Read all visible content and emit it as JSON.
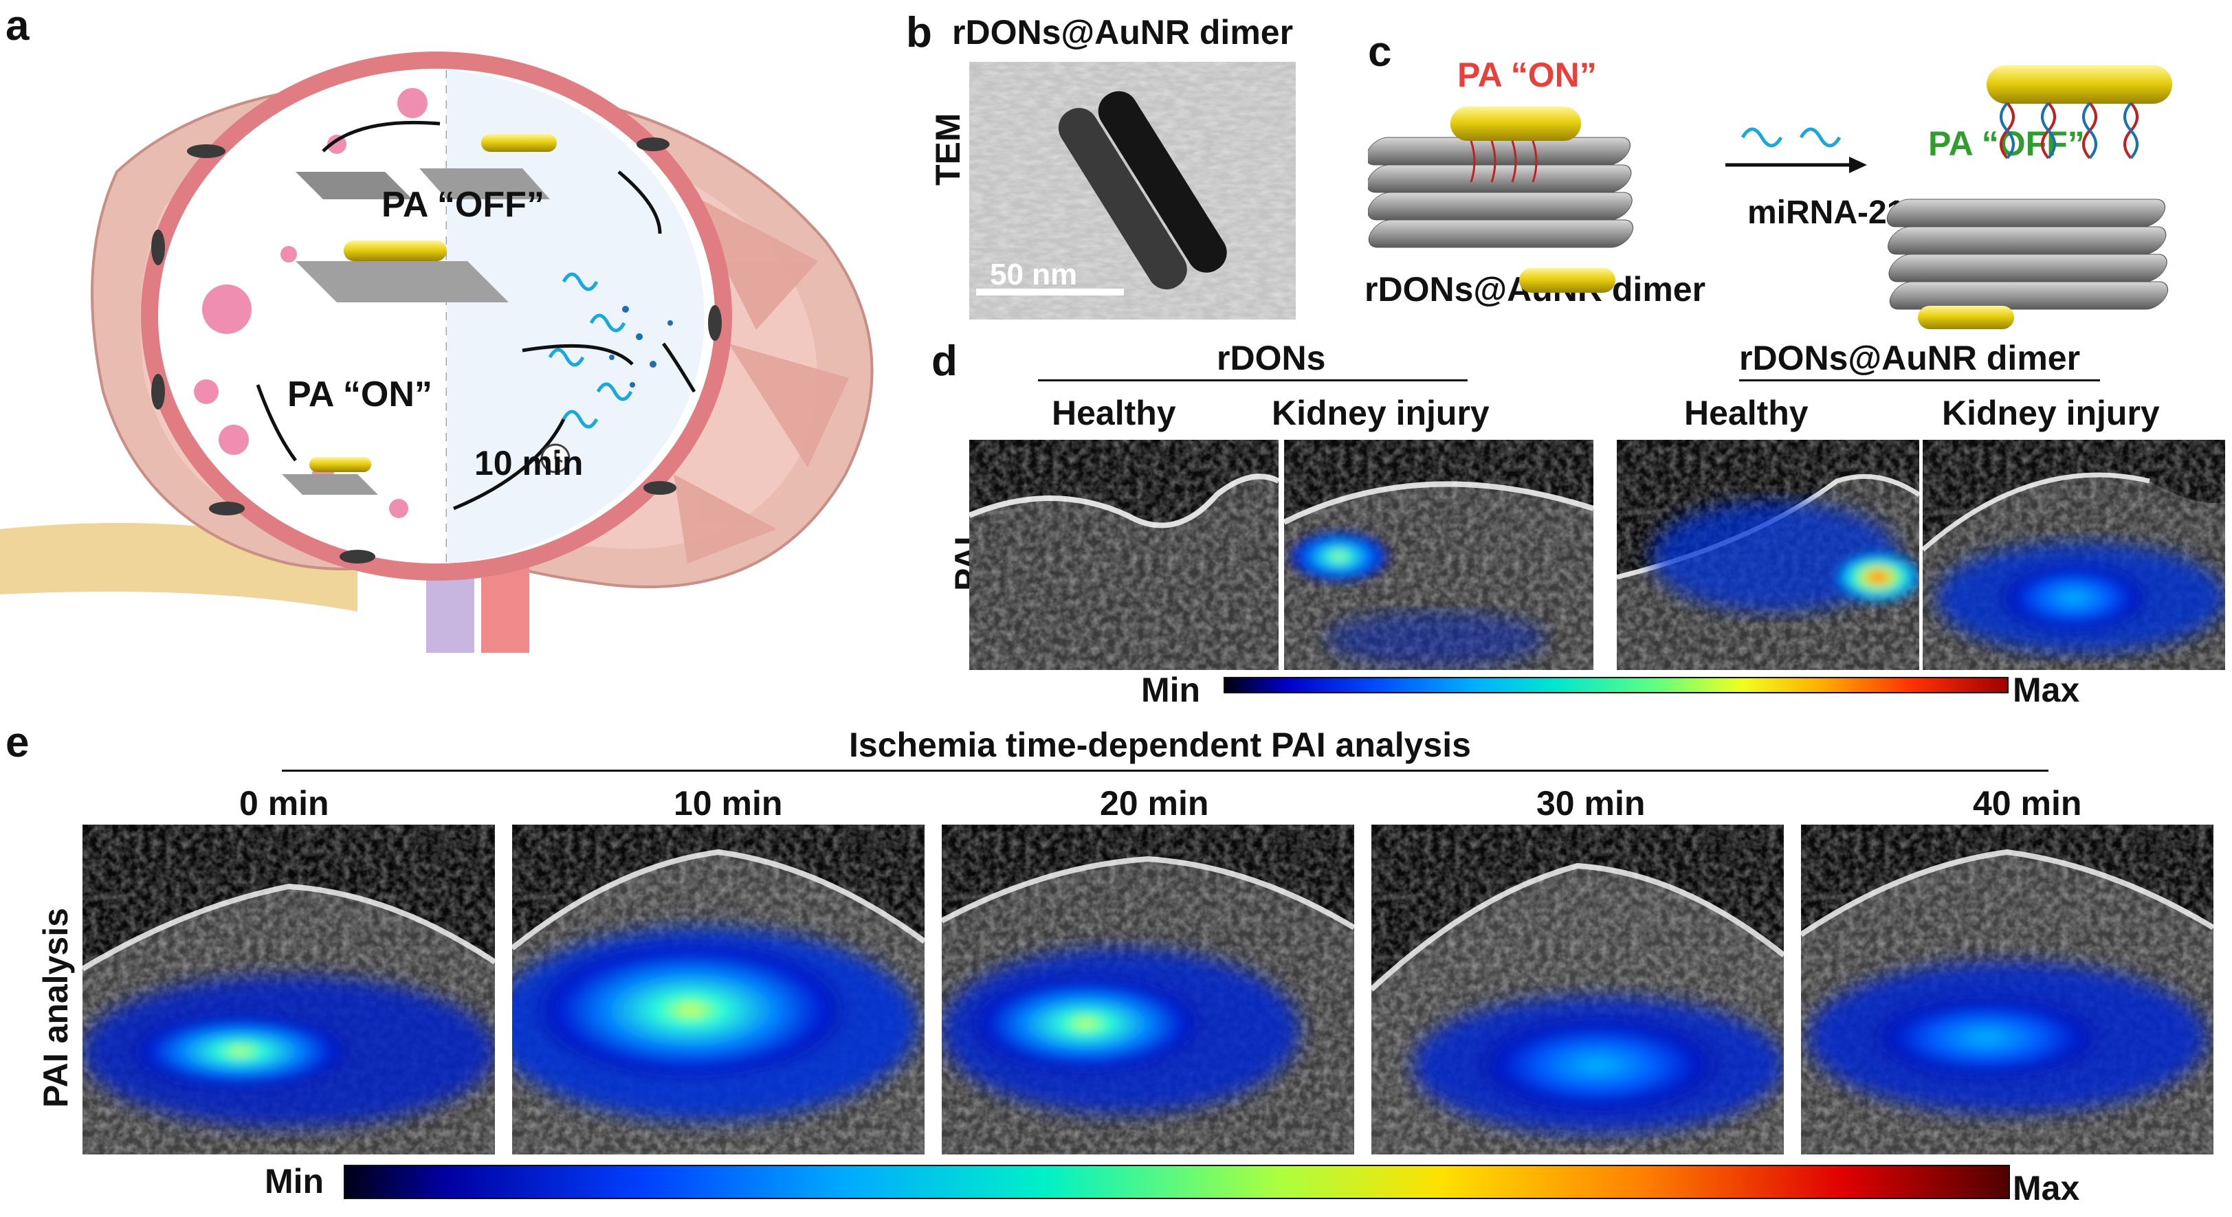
{
  "panels": {
    "a": {
      "letter": "a",
      "pa_off": "PA “OFF”",
      "pa_on": "PA “ON”",
      "time": "10 min"
    },
    "b": {
      "letter": "b",
      "title": "rDONs@AuNR dimer",
      "side_label": "TEM",
      "scale": "50 nm"
    },
    "c": {
      "letter": "c",
      "pa_on": "PA “ON”",
      "pa_off": "PA “OFF”",
      "arrow_label": "miRNA-21",
      "structure_label": "rDONs@AuNR dimer",
      "colors": {
        "on": "#e8403a",
        "off": "#2f9e2f"
      }
    },
    "d": {
      "letter": "d",
      "group1": "rDONs",
      "group2": "rDONs@AuNR dimer",
      "col_labels": [
        "Healthy",
        "Kidney injury",
        "Healthy",
        "Kidney injury"
      ],
      "row_label": "PAI",
      "cbar_min": "Min",
      "cbar_max": "Max"
    },
    "e": {
      "letter": "e",
      "title": "Ischemia time-dependent PAI analysis",
      "times": [
        "0 min",
        "10 min",
        "20 min",
        "30 min",
        "40 min"
      ],
      "row_label": "PAI analysis",
      "cbar_min": "Min",
      "cbar_max": "Max"
    }
  }
}
